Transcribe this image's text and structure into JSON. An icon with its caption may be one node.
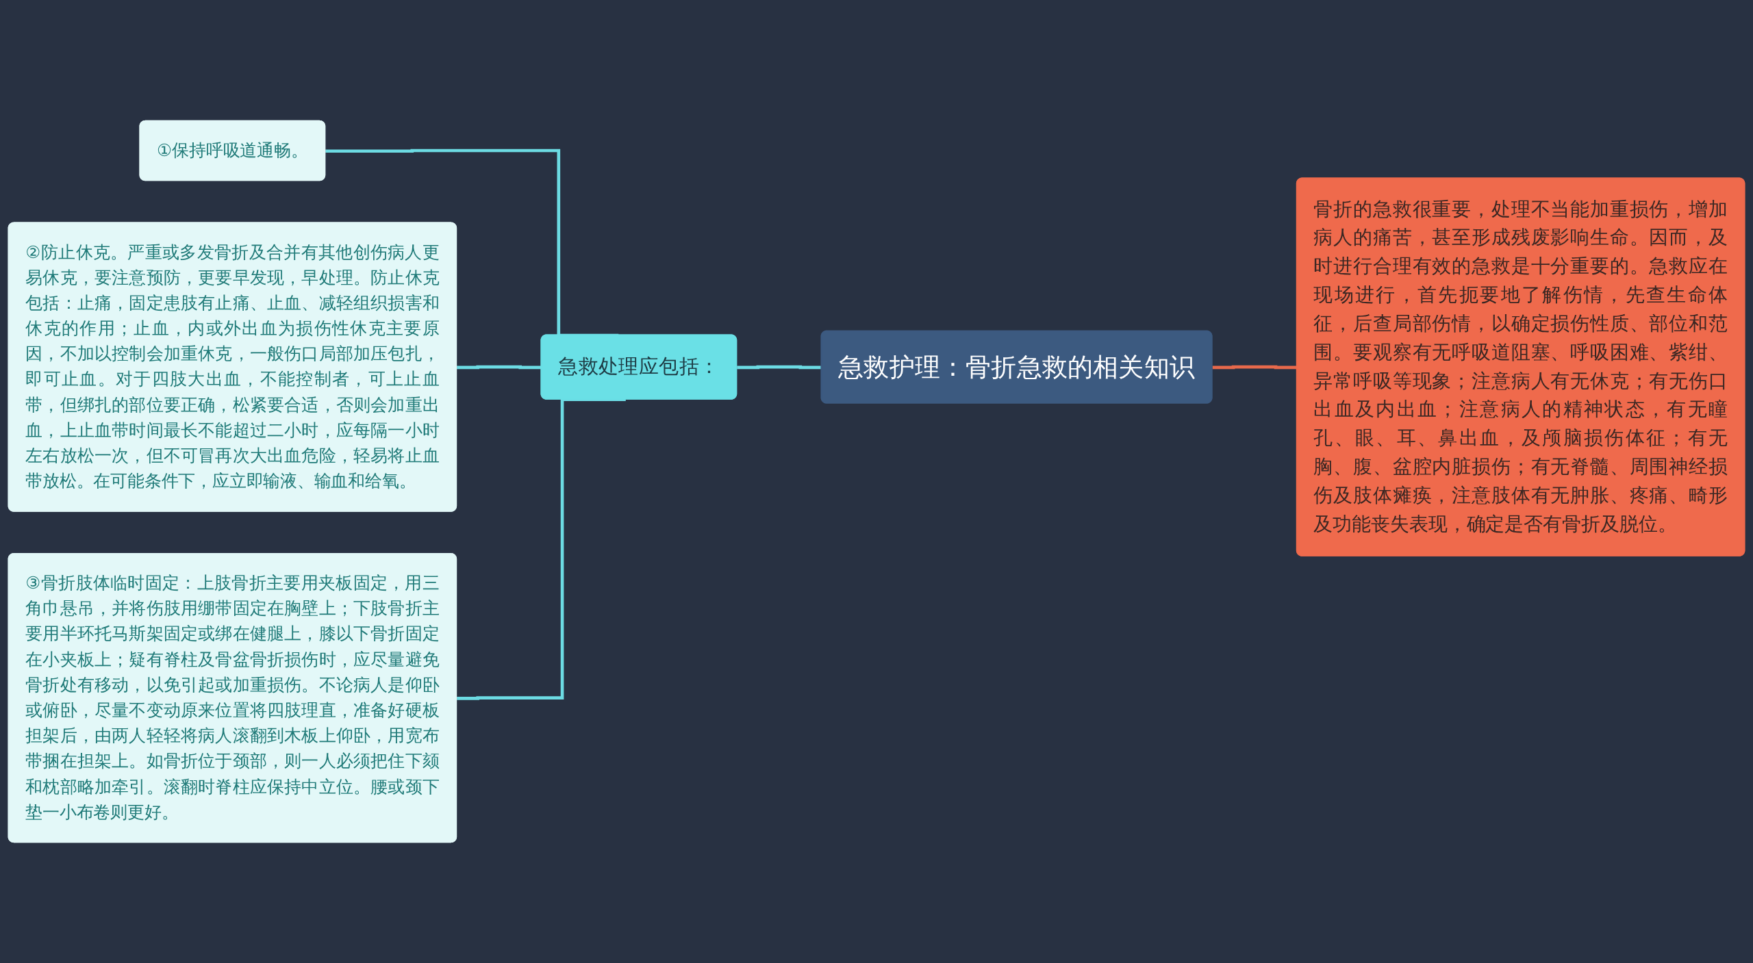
{
  "diagram": {
    "nodes": [
      {
        "text": [
          "急救护理：骨折急救的相关知识"
        ]
      },
      {
        "text": [
          "急救处理应包括："
        ]
      },
      {
        "text": [
          "①保持呼吸道通畅。"
        ]
      },
      {
        "text": [
          "②防止休克。严重或多发骨折及合并有其他创伤病人更易休克，要注意预防，更要早发现，早处理。防止休克包括：止痛，固定患肢有止痛、止血、减轻组织损害和休克的作用；止血，内或外出血为损伤性休克主要原因，不加以控制会加重休克，一般伤口局部加压包扎，即可止血。对于四肢大出血，不能控制者，可上止血带，但绑扎的部位要正确，松紧要合适，否则会加重出血，上止血带时间最长不能超过二小时，应每隔一小时左右放松一次，但不可冒再次大出血危险，轻易将止血带放松。在可能条件下，应立即输液、输血和给氧。"
        ]
      },
      {
        "text": [
          "③骨折肢体临时固定：上肢骨折主要用夹板固定，用三角巾悬吊，并将伤肢用绷带固定在胸壁上；下肢骨折主要用半环托马斯架固定或绑在健腿上，膝以下骨折固定在小夹板上；疑有脊柱及骨盆骨折损伤时，应尽量避免骨折处有移动，以免引起或加重损伤。不论病人是仰卧或俯卧，尽量不变动原来位置将四肢理直，准备好硬板担架后，由两人轻轻将病人滚翻到木板上仰卧，用宽布带捆在担架上。如骨折位于颈部，则一人必须把住下颏和枕部略加牵引。滚翻时脊柱应保持中立位。腰或颈下垫一小布卷则更好。"
        ]
      },
      {
        "text": [
          "骨折的急救很重要，处理不当能加重损伤，增加病人的痛苦，甚至形成残废影响生命。因而，及时进行合理有效的急救是十分重要的。急救应在现场进行，首先扼要地了解伤情，先查生命体征，后查局部伤情，以确定损伤性质、部位和范围。要观察有无呼吸道阻塞、呼吸困难、紫绀、异常呼吸等现象；注意病人有无休克；有无伤口出血及内出血；注意病人的精神状态，有无瞳孔、眼、耳、鼻出血，及颅脑损伤体征；有无胸、腹、盆腔内脏损伤；有无脊髓、周围神经损伤及肢体瘫痪，注意肢体有无肿胀、疼痛、畸形及功能丧失表现，确定是否有骨折及脱位。"
        ]
      }
    ],
    "edges": [
      {
        "from": 2,
        "to": 1,
        "arrow": "none"
      },
      {
        "from": 3,
        "to": 1,
        "arrow": "none"
      },
      {
        "from": 4,
        "to": 1,
        "arrow": "none"
      },
      {
        "from": 1,
        "to": 0,
        "arrow": "none"
      },
      {
        "from": 0,
        "to": 5,
        "arrow": "none",
        "color": "#e8694b"
      }
    ]
  }
}
